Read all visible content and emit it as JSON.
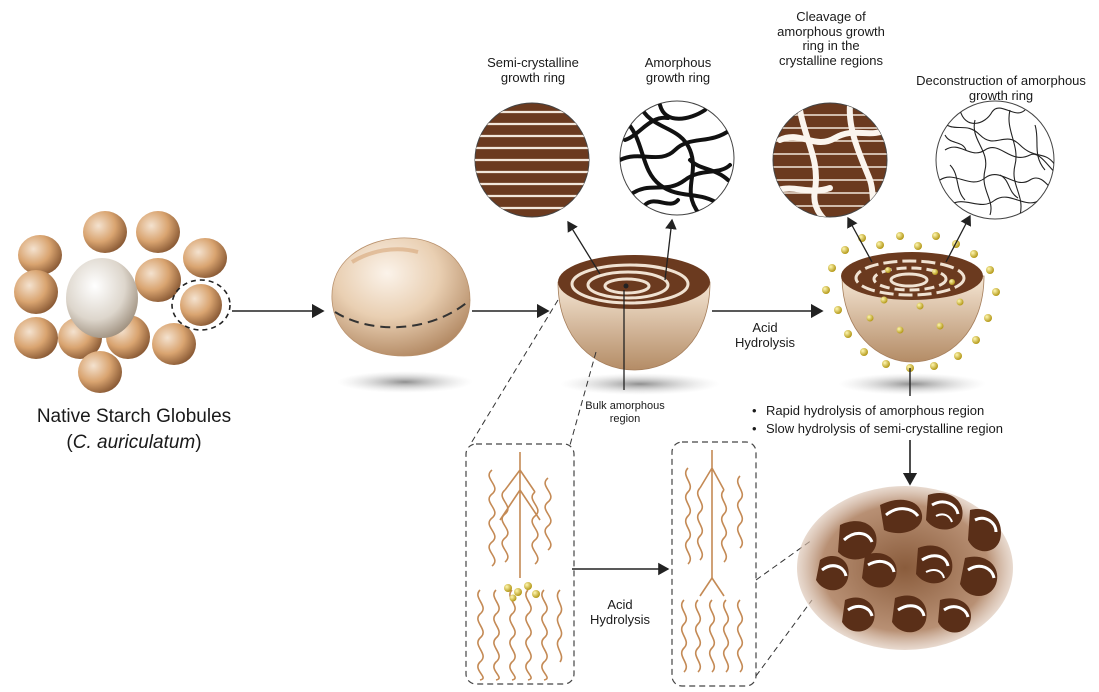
{
  "title": {
    "line1": "Native Starch  Globules",
    "line2_prefix": "(",
    "line2_italic": "C. auriculatum",
    "line2_suffix": ")"
  },
  "insets": [
    {
      "id": "semi-crystalline",
      "label": "Semi-crystalline growth ring"
    },
    {
      "id": "amorphous",
      "label": "Amorphous growth ring"
    },
    {
      "id": "cleavage",
      "label": "Cleavage of amorphous growth ring in the crystalline regions"
    },
    {
      "id": "deconstruction",
      "label": "Deconstruction of amorphous growth ring"
    }
  ],
  "labels": {
    "bulk_amorphous": "Bulk amorphous region",
    "acid_hydrolysis_top": "Acid Hydrolysis",
    "acid_hydrolysis_bottom": "Acid Hydrolysis"
  },
  "bullets": [
    "Rapid hydrolysis of amorphous region",
    "Slow hydrolysis of semi-crystalline region"
  ],
  "bullet_symbol": "•",
  "colors": {
    "starch_brown": "#6b3a1f",
    "starch_light": "#e8d4bd",
    "granule_orange": "#c98a55",
    "enzyme_yellow": "#d9c23a",
    "arrow": "#222222"
  }
}
